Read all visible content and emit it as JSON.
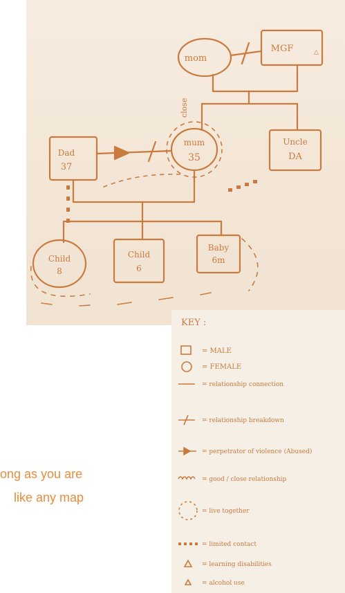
{
  "colors": {
    "ink": "#c97a3e",
    "caption": "#e98c3c",
    "paper": "#f4e8da"
  },
  "diagram": {
    "nodes": {
      "mom": "mom",
      "mgf": "MGF",
      "dad": "Dad",
      "dad_age": "37",
      "mum": "mum",
      "mum_age": "35",
      "uncle": "Uncle",
      "uncle_age": "DA",
      "child1": "Child",
      "child1_age": "8",
      "child2": "Child",
      "child2_age": "6",
      "baby": "Baby",
      "baby_age": "6m"
    },
    "labels": {
      "side_label": "close"
    }
  },
  "key": {
    "title": "KEY :",
    "items": [
      {
        "symbol": "square",
        "text": "= MALE"
      },
      {
        "symbol": "circle",
        "text": "= FEMALE"
      },
      {
        "symbol": "line",
        "text": "= relationship connection"
      },
      {
        "symbol": "broken-line",
        "text": "= relationship breakdown"
      },
      {
        "symbol": "arrow",
        "text": "= perpetrator of violence (Abused)"
      },
      {
        "symbol": "scribble",
        "text": "= good / close relationship"
      },
      {
        "symbol": "dashed-circle",
        "text": "= live together"
      },
      {
        "symbol": "dots",
        "text": "= limited contact"
      },
      {
        "symbol": "triangle",
        "text": "= learning disabilities"
      },
      {
        "symbol": "triangle-small",
        "text": "= alcohol use"
      }
    ]
  },
  "caption": {
    "line1": "ong as you are",
    "line2": "like any map"
  }
}
